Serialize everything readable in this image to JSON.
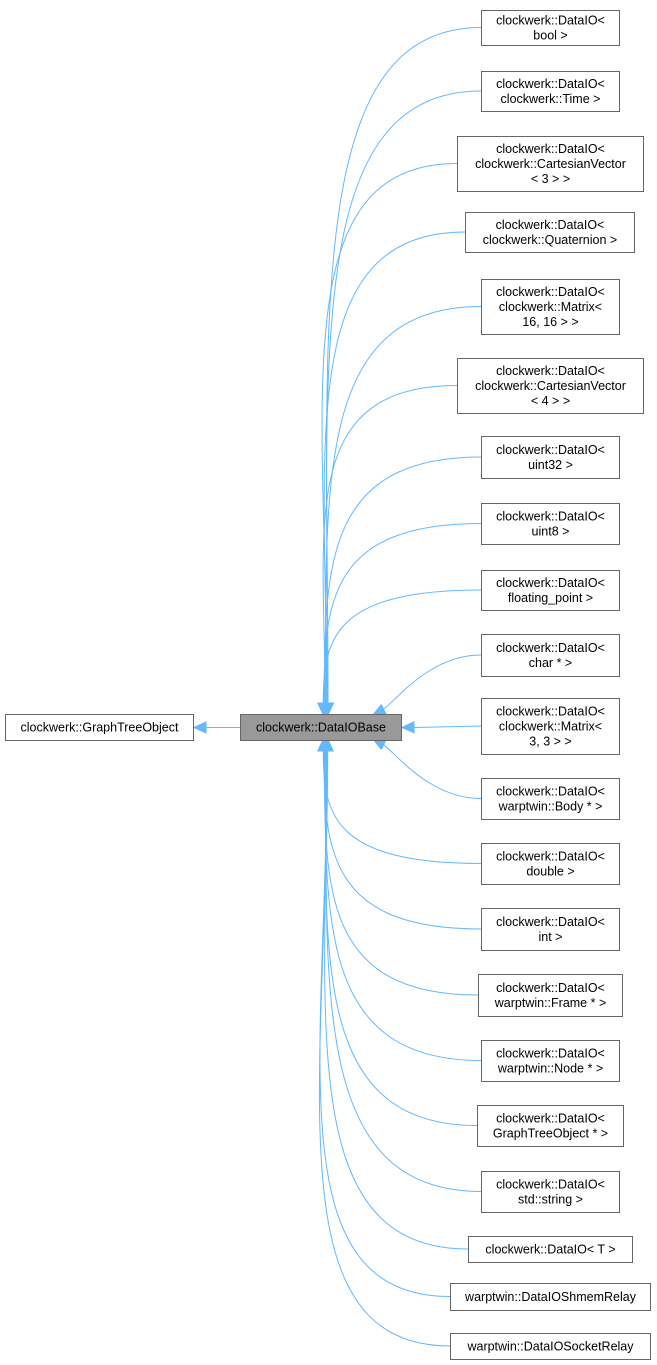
{
  "graph": {
    "root": {
      "id": "graph-tree-object",
      "lines": [
        "clockwerk::GraphTreeObject"
      ]
    },
    "base": {
      "id": "data-io-base",
      "lines": [
        "clockwerk::DataIOBase"
      ]
    },
    "children": [
      {
        "id": "dataio-bool",
        "lines": [
          "clockwerk::DataIO<",
          "bool >"
        ]
      },
      {
        "id": "dataio-time",
        "lines": [
          "clockwerk::DataIO<",
          "clockwerk::Time >"
        ]
      },
      {
        "id": "dataio-cartesian-3",
        "lines": [
          "clockwerk::DataIO<",
          "clockwerk::CartesianVector",
          "< 3 > >"
        ]
      },
      {
        "id": "dataio-quaternion",
        "lines": [
          "clockwerk::DataIO<",
          "clockwerk::Quaternion >"
        ]
      },
      {
        "id": "dataio-matrix-16",
        "lines": [
          "clockwerk::DataIO<",
          "clockwerk::Matrix<",
          "16, 16 > >"
        ]
      },
      {
        "id": "dataio-cartesian-4",
        "lines": [
          "clockwerk::DataIO<",
          "clockwerk::CartesianVector",
          "< 4 > >"
        ]
      },
      {
        "id": "dataio-uint32",
        "lines": [
          "clockwerk::DataIO<",
          "uint32 >"
        ]
      },
      {
        "id": "dataio-uint8",
        "lines": [
          "clockwerk::DataIO<",
          "uint8 >"
        ]
      },
      {
        "id": "dataio-floating-point",
        "lines": [
          "clockwerk::DataIO<",
          "floating_point >"
        ]
      },
      {
        "id": "dataio-char-ptr",
        "lines": [
          "clockwerk::DataIO<",
          "char * >"
        ]
      },
      {
        "id": "dataio-matrix-3",
        "lines": [
          "clockwerk::DataIO<",
          "clockwerk::Matrix<",
          "3, 3 > >"
        ]
      },
      {
        "id": "dataio-body-ptr",
        "lines": [
          "clockwerk::DataIO<",
          "warptwin::Body * >"
        ]
      },
      {
        "id": "dataio-double",
        "lines": [
          "clockwerk::DataIO<",
          "double >"
        ]
      },
      {
        "id": "dataio-int",
        "lines": [
          "clockwerk::DataIO<",
          "int >"
        ]
      },
      {
        "id": "dataio-frame-ptr",
        "lines": [
          "clockwerk::DataIO<",
          "warptwin::Frame * >"
        ]
      },
      {
        "id": "dataio-node-ptr",
        "lines": [
          "clockwerk::DataIO<",
          "warptwin::Node * >"
        ]
      },
      {
        "id": "dataio-graphtreeobject-ptr",
        "lines": [
          "clockwerk::DataIO<",
          "GraphTreeObject * >"
        ]
      },
      {
        "id": "dataio-string",
        "lines": [
          "clockwerk::DataIO<",
          "std::string >"
        ]
      },
      {
        "id": "dataio-t",
        "lines": [
          "clockwerk::DataIO< T >"
        ]
      },
      {
        "id": "dataio-shmem-relay",
        "lines": [
          "warptwin::DataIOShmemRelay"
        ]
      },
      {
        "id": "dataio-socket-relay",
        "lines": [
          "warptwin::DataIOSocketRelay"
        ]
      }
    ],
    "colors": {
      "edge": "#63b8ff",
      "node_border": "#666666",
      "current_node_fill": "#999999",
      "node_fill": "#ffffff"
    }
  }
}
